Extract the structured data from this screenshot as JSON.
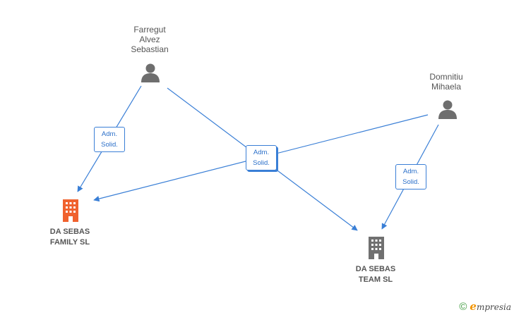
{
  "persons": [
    {
      "id": "farregut",
      "name_lines": [
        "Farregut",
        "Alvez",
        "Sebastian"
      ]
    },
    {
      "id": "domnitiu",
      "name_lines": [
        "Domnitiu",
        "Mihaela"
      ]
    }
  ],
  "companies": [
    {
      "id": "family",
      "name_lines": [
        "DA SEBAS",
        "FAMILY  SL"
      ],
      "color": "#f0622e"
    },
    {
      "id": "team",
      "name_lines": [
        "DA SEBAS",
        "TEAM  SL"
      ],
      "color": "#707070"
    }
  ],
  "relations": [
    {
      "id": "rel1",
      "from": "farregut",
      "to": "family",
      "label_lines": [
        "Adm.",
        "Solid."
      ]
    },
    {
      "id": "rel2",
      "from": "farregut",
      "to": "team",
      "label_lines": [
        "Adm.",
        "Solid."
      ]
    },
    {
      "id": "rel3",
      "from": "domnitiu",
      "to": "family",
      "label_lines": [
        "Adm.",
        "Solid."
      ]
    },
    {
      "id": "rel4",
      "from": "domnitiu",
      "to": "team",
      "label_lines": [
        "Adm.",
        "Solid."
      ]
    }
  ],
  "colors": {
    "edge": "#3a7fd6",
    "person_icon": "#6e6e6e"
  },
  "watermark": {
    "symbol": "©",
    "brand_initial": "e",
    "brand_rest": "mpresia"
  }
}
